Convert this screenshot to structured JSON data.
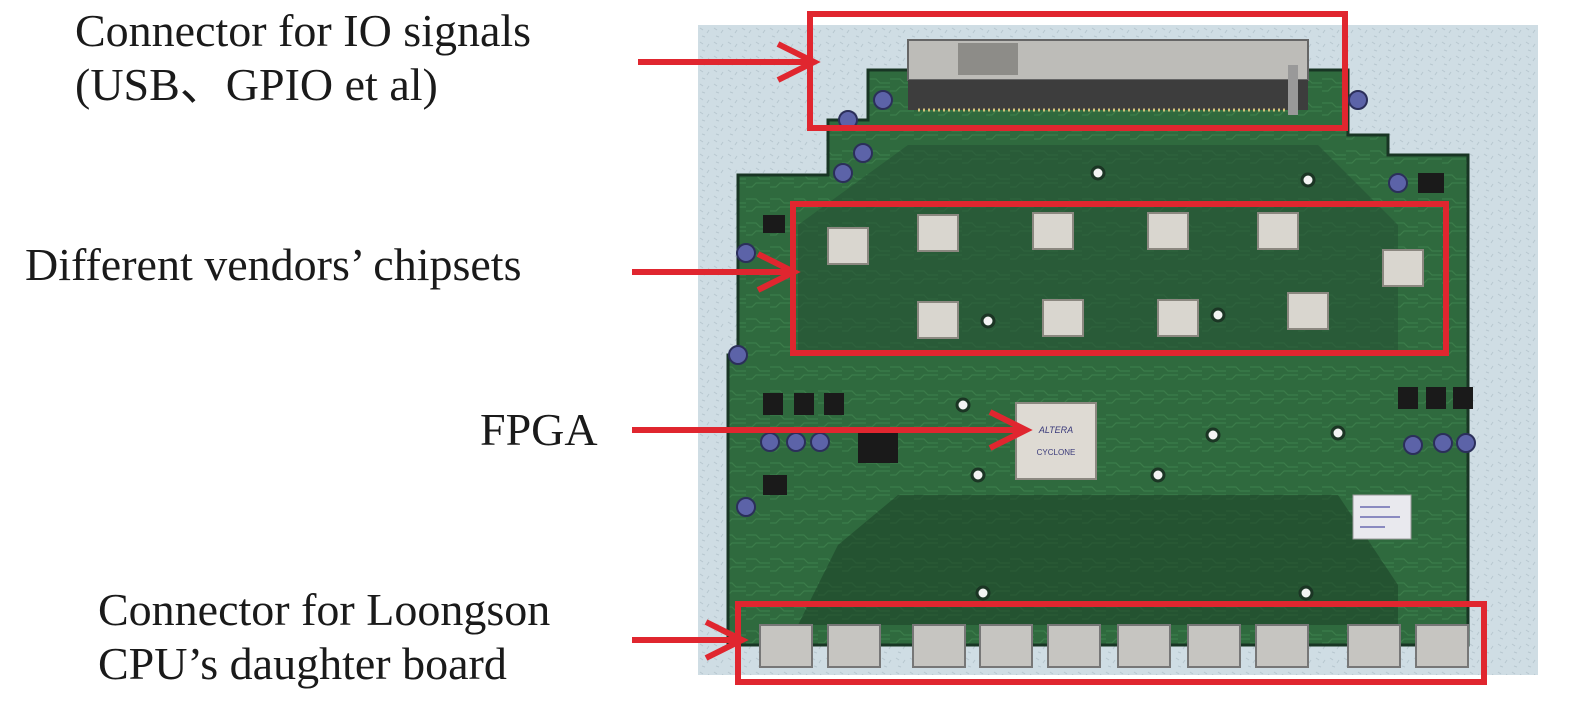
{
  "labels": {
    "io_connector": {
      "line1": "Connector for IO signals",
      "line2": "(USB、GPIO et al)"
    },
    "chipsets": {
      "line1": "Different vendors’ chipsets"
    },
    "fpga": {
      "line1": "FPGA"
    },
    "cpu_connector": {
      "line1": "Connector for Loongson",
      "line2": "CPU’s daughter board"
    }
  },
  "fpga_chip_marking": {
    "line1": "ALTERA",
    "line2": "CYCLONE"
  },
  "colors": {
    "callout_red": "#e0262f",
    "pcb_green": "#2f6a3e",
    "pcb_dark": "#1f3f2a",
    "background": "#cfdde4",
    "chip": "#d9d6cf",
    "connector": "#bdbcb8"
  }
}
